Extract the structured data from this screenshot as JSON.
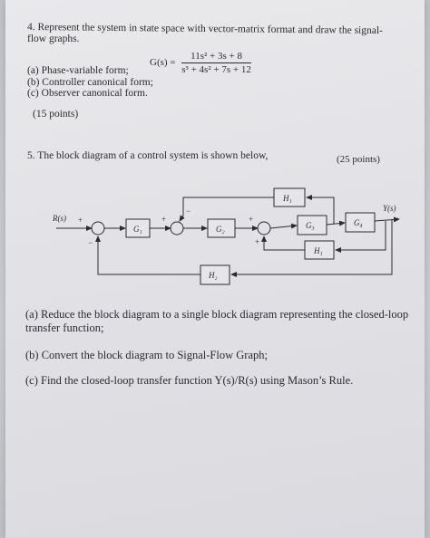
{
  "problem4": {
    "line1": "4. Represent the system in state space with vector-matrix format and draw the signal-",
    "line2": "flow graphs.",
    "lhs": "G(s) =",
    "numerator": "11s² + 3s + 8",
    "denominator": "s³ + 4s² + 7s + 12",
    "part_a": "(a) Phase-variable form;",
    "part_b": "(b) Controller canonical form;",
    "part_c": "(c) Observer canonical form.",
    "points": "(15 points)"
  },
  "problem5": {
    "statement": "5. The block diagram of a control system is shown below,",
    "points": "(25 points)",
    "part_a_line1": "(a) Reduce the block diagram to a single block diagram representing the closed-loop",
    "part_a_line2": "transfer function;",
    "part_b": "(b) Convert the block diagram to Signal-Flow Graph;",
    "part_c": "(c) Find the closed-loop transfer function Y(s)/R(s) using Mason’s Rule."
  },
  "diagram": {
    "input_label": "R(s)",
    "output_label": "Y(s)",
    "blocks": {
      "g1": "G₁",
      "g2": "G₂",
      "g3": "G₃",
      "g4": "G₄",
      "h1": "H₁",
      "h1b": "H₁",
      "h2": "H₂"
    },
    "signs": {
      "s1_in": "+",
      "s1_fb": "−",
      "s2_in": "+",
      "s2_fb": "−",
      "s3_in": "+",
      "s3_fb": "+"
    }
  }
}
